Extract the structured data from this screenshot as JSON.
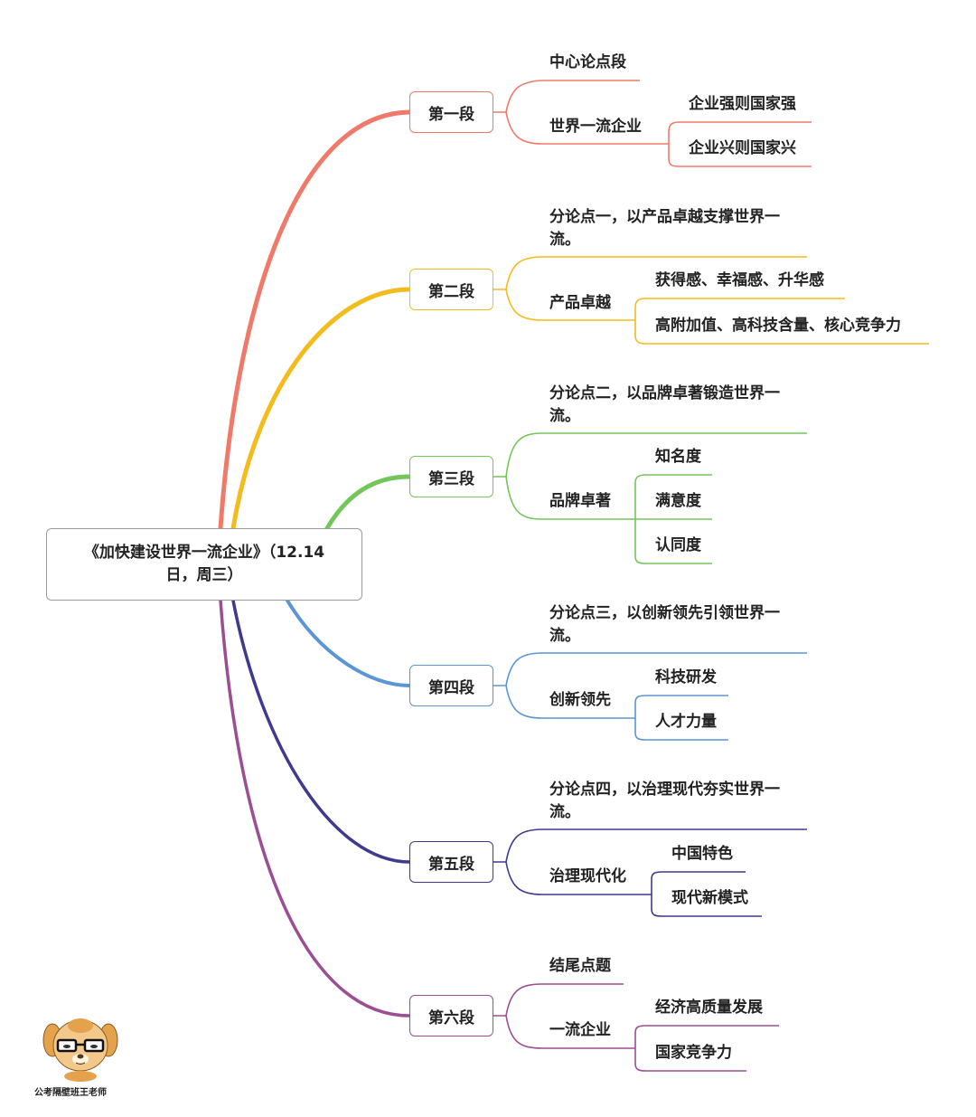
{
  "root": {
    "line1": "《加快建设世界一流企业》（12.14",
    "line2": "日，周三）"
  },
  "colors": {
    "s1": "#F07A6A",
    "s2": "#F4BB1D",
    "s3": "#73C65A",
    "s4": "#5A95D6",
    "s5": "#3E3A8E",
    "s6": "#9B4E94"
  },
  "sections": [
    {
      "label": "第一段",
      "point": "中心论点段",
      "topic": "世界一流企业",
      "subs": [
        "企业强则国家强",
        "企业兴则国家兴"
      ]
    },
    {
      "label": "第二段",
      "point_line1": "分论点一，以产品卓越支撑世界一",
      "point_line2": "流。",
      "topic": "产品卓越",
      "subs": [
        "获得感、幸福感、升华感",
        "高附加值、高科技含量、核心竞争力"
      ]
    },
    {
      "label": "第三段",
      "point_line1": "分论点二，以品牌卓著锻造世界一",
      "point_line2": "流。",
      "topic": "品牌卓著",
      "subs": [
        "知名度",
        "满意度",
        "认同度"
      ]
    },
    {
      "label": "第四段",
      "point_line1": "分论点三，以创新领先引领世界一",
      "point_line2": "流。",
      "topic": "创新领先",
      "subs": [
        "科技研发",
        "人才力量"
      ]
    },
    {
      "label": "第五段",
      "point_line1": "分论点四，以治理现代夯实世界一",
      "point_line2": "流。",
      "topic": "治理现代化",
      "subs": [
        "中国特色",
        "现代新模式"
      ]
    },
    {
      "label": "第六段",
      "point": "结尾点题",
      "topic": "一流企业",
      "subs": [
        "经济高质量发展",
        "国家竞争力"
      ]
    }
  ],
  "logo": {
    "caption": "公考隔壁班王老师",
    "icon": "dog-teacher-mascot-icon"
  }
}
